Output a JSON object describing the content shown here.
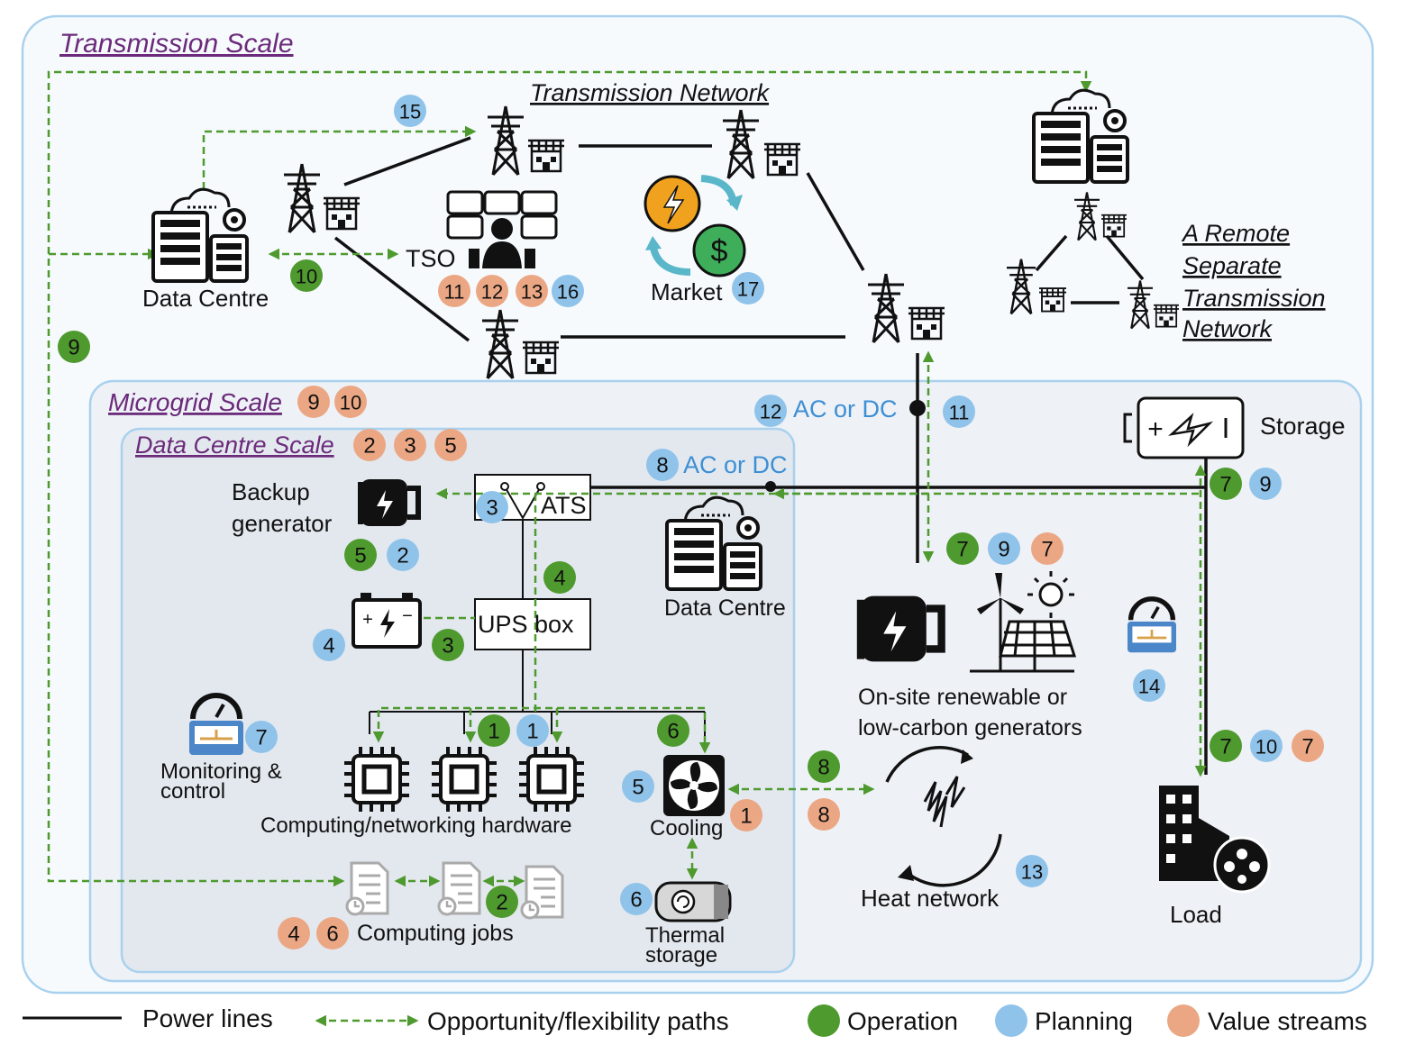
{
  "colors": {
    "operation": "#4e9a2e",
    "planning": "#90c3ea",
    "value": "#eba784",
    "scale_title": "#6b2a7a",
    "acdc": "#3d8fd4"
  },
  "scales": {
    "transmission": "Transmission Scale",
    "microgrid": "Microgrid Scale",
    "datacentre": "Data Centre Scale"
  },
  "labels": {
    "transmission_network": "Transmission Network",
    "remote1": "A Remote",
    "remote2": "Separate",
    "remote3": "Transmission",
    "remote4": "Network",
    "data_centre_top": "Data Centre",
    "tso": "TSO",
    "market": "Market",
    "acdc_grid": "AC or DC",
    "acdc_dc": "AC or DC",
    "storage": "Storage",
    "backup1": "Backup",
    "backup2": "generator",
    "ats": "ATS",
    "ups": "UPS box",
    "data_centre_inner": "Data Centre",
    "onsite1": "On-site renewable or",
    "onsite2": "low-carbon generators",
    "monitor1": "Monitoring &",
    "monitor2": "control",
    "hardware": "Computing/networking hardware",
    "cooling": "Cooling",
    "heat": "Heat network",
    "thermal1": "Thermal",
    "thermal2": "storage",
    "jobs": "Computing jobs",
    "load": "Load"
  },
  "legend": {
    "power": "Power lines",
    "flex": "Opportunity/flexibility paths",
    "operation": "Operation",
    "planning": "Planning",
    "value": "Value streams"
  },
  "badges": [
    {
      "id": "b15",
      "text": "15",
      "type": "planning"
    },
    {
      "id": "b10a",
      "text": "10",
      "type": "operation"
    },
    {
      "id": "b9a",
      "text": "9",
      "type": "operation"
    },
    {
      "id": "b11a",
      "text": "11",
      "type": "value"
    },
    {
      "id": "b12a",
      "text": "12",
      "type": "value"
    },
    {
      "id": "b13a",
      "text": "13",
      "type": "value"
    },
    {
      "id": "b16",
      "text": "16",
      "type": "planning"
    },
    {
      "id": "b17",
      "text": "17",
      "type": "planning"
    },
    {
      "id": "b9m",
      "text": "9",
      "type": "value"
    },
    {
      "id": "b10m",
      "text": "10",
      "type": "value"
    },
    {
      "id": "b12g",
      "text": "12",
      "type": "planning"
    },
    {
      "id": "b11g",
      "text": "11",
      "type": "planning"
    },
    {
      "id": "b2d",
      "text": "2",
      "type": "value"
    },
    {
      "id": "b3d",
      "text": "3",
      "type": "value"
    },
    {
      "id": "b5d",
      "text": "5",
      "type": "value"
    },
    {
      "id": "b8p",
      "text": "8",
      "type": "planning"
    },
    {
      "id": "b7s",
      "text": "7",
      "type": "operation"
    },
    {
      "id": "b9s",
      "text": "9",
      "type": "planning"
    },
    {
      "id": "b3a",
      "text": "3",
      "type": "planning"
    },
    {
      "id": "b5g",
      "text": "5",
      "type": "operation"
    },
    {
      "id": "b2g",
      "text": "2",
      "type": "planning"
    },
    {
      "id": "b4o",
      "text": "4",
      "type": "operation"
    },
    {
      "id": "b7o",
      "text": "7",
      "type": "operation"
    },
    {
      "id": "b9o",
      "text": "9",
      "type": "planning"
    },
    {
      "id": "b7v",
      "text": "7",
      "type": "value"
    },
    {
      "id": "b4b",
      "text": "4",
      "type": "planning"
    },
    {
      "id": "b3u",
      "text": "3",
      "type": "operation"
    },
    {
      "id": "b14",
      "text": "14",
      "type": "planning"
    },
    {
      "id": "b7m",
      "text": "7",
      "type": "planning"
    },
    {
      "id": "b1o",
      "text": "1",
      "type": "operation"
    },
    {
      "id": "b1p",
      "text": "1",
      "type": "planning"
    },
    {
      "id": "b6o",
      "text": "6",
      "type": "operation"
    },
    {
      "id": "b7l",
      "text": "7",
      "type": "operation"
    },
    {
      "id": "b10l",
      "text": "10",
      "type": "planning"
    },
    {
      "id": "b7lv",
      "text": "7",
      "type": "value"
    },
    {
      "id": "b8o",
      "text": "8",
      "type": "operation"
    },
    {
      "id": "b5c",
      "text": "5",
      "type": "planning"
    },
    {
      "id": "b1c",
      "text": "1",
      "type": "value"
    },
    {
      "id": "b8v",
      "text": "8",
      "type": "value"
    },
    {
      "id": "b13h",
      "text": "13",
      "type": "planning"
    },
    {
      "id": "b6t",
      "text": "6",
      "type": "planning"
    },
    {
      "id": "b2j",
      "text": "2",
      "type": "operation"
    },
    {
      "id": "b4j",
      "text": "4",
      "type": "value"
    },
    {
      "id": "b6j",
      "text": "6",
      "type": "value"
    }
  ]
}
